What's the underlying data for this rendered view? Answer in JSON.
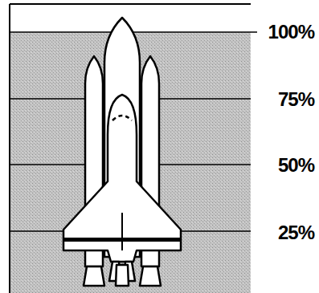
{
  "diagram": {
    "labels": [
      "100%",
      "75%",
      "50%",
      "25%"
    ]
  }
}
